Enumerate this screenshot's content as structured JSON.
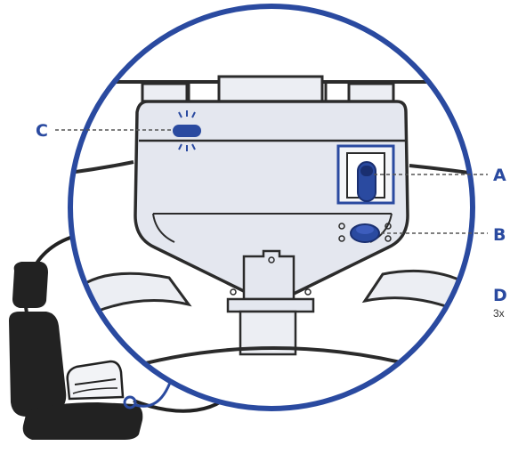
{
  "callouts": {
    "a": {
      "label": "A"
    },
    "b": {
      "label": "B"
    },
    "c": {
      "label": "C"
    },
    "d": {
      "label": "D",
      "note": "3x"
    }
  },
  "colors": {
    "accent": "#2a4aa0",
    "outline": "#2b2b2b",
    "panel": "#e4e7ef",
    "panel_shade": "#d7dbe6",
    "seat": "#222222",
    "leader": "#555555",
    "background": "#ffffff"
  },
  "icons": {
    "seat": "seat-icon",
    "magnifier": "magnifier-circle",
    "switch": "rocker-switch-icon",
    "knob": "rotary-knob-icon",
    "led": "status-led-icon"
  }
}
